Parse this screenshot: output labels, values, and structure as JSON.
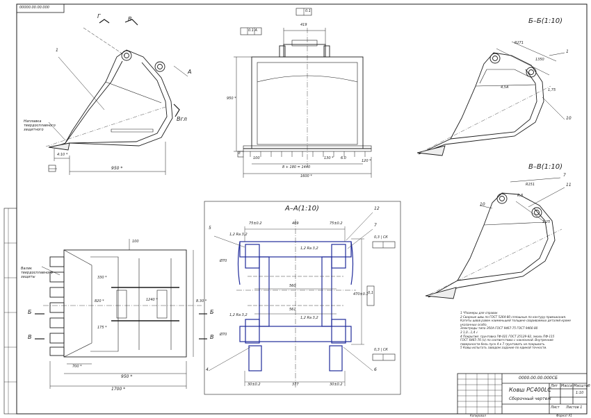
{
  "sheet": {
    "doc_code_top": "00000.00.00.000",
    "frame_color": "#1a1a1a",
    "accent_color": "#1f2a9a"
  },
  "views": {
    "section_aa": "А–А(1:10)",
    "section_bb": "Б–Б(1:10)",
    "section_vv": "В–В(1:10)"
  },
  "side_view": {
    "note_teeth": "Наплавка\nтвердосплавного\nзащитного",
    "pos1": "1",
    "dim_base": "950 *",
    "dim_tip": "4:10 *",
    "marker_g": "Г",
    "marker_v": "В",
    "marker_a": "А",
    "view_g": "Вгл"
  },
  "front_view": {
    "dim_top": "419",
    "dim_height": "950 *",
    "dim_bottom1": "8 + 180 = 1440",
    "dim_bottom2": "1600 *",
    "dim_left": "100",
    "dim_mid1": "130 *",
    "dim_mid2": "6.0",
    "dim_right": "120 *",
    "tol_box": "0.1",
    "flat_box": "0.1 А",
    "small_box": "Е"
  },
  "plan_view": {
    "note_teeth": "Валик\nтвердосплавного\nзащиты",
    "dim_total": "1700 *",
    "dim_inner": "950 *",
    "dim_side": "700 *",
    "dim_right": "8.30 *",
    "dim_a": "1240 *",
    "dim_b": "820 *",
    "dim_c": "330 *",
    "dim_d": "175 *",
    "dim_e": "100",
    "marker_b_left": "Б",
    "marker_b_right": "Б",
    "marker_v_left": "В",
    "marker_v_right": "В"
  },
  "section_aa": {
    "pos5": "5",
    "pos12": "12",
    "pos7": "7",
    "pos4": "4",
    "pos6": "6",
    "dim_top_l": "75±0.2",
    "dim_top_c": "409",
    "dim_top_r": "75±0.2",
    "dim_span": "560",
    "dim_span2": "561",
    "dim_bot_l": "30±0.2",
    "dim_bot_c": "377",
    "dim_bot_r": "30±0.2",
    "dim_height": "470±0.1",
    "weld1": "1,2 Ra 3,2",
    "weld2": "1,2 Ra 3,2",
    "weld3": "1,2 Ra 3,2",
    "weld4": "1,2 Ra 3,2",
    "tol_top": "0,3 | СК",
    "tol_bot": "0,3 | СК",
    "tol_right": "0,1",
    "diam_top": "Ø70",
    "diam_bot": "Ø70"
  },
  "section_bb": {
    "pos1": "1",
    "pos10": "10",
    "dim_a": "R271",
    "dim_b": "1350",
    "dim_c": "4,5А",
    "dim_d": "1,75"
  },
  "section_vv": {
    "pos7": "7",
    "pos11": "11",
    "pos10": "10",
    "dim_a": "R151",
    "dim_b": "R,5",
    "dim_c": "1,25"
  },
  "notes": [
    "1   *Размеры для справок",
    "2  Сварные швы по ГОСТ 5264-80 сплошные по контуру примыкания.",
    "   Катеты швов равен наименьшей толщине свариваемых деталей кроме",
    "   указанных особо.",
    "   Электроды типа Э50А ГОСТ 9467-75 ГОСТ 9466-80",
    "3   1,0...1,4  √",
    "4   Покрытие: грунтовка ГФ-021 ГОСТ 25129-82, эмаль ПФ-115",
    "    ГОСТ 6465-76 (х) по соответствию с наклонной. Внутренние",
    "    поверхности бель пуск 4 к 7 грунтовать не покрывать.",
    "5  Ковш испытать заводом задание по единой точности."
  ],
  "title_block": {
    "doc_code": "0000.00.00.000СБ",
    "name": "Ковш РС400LC",
    "subtitle": "Сборочный чертеж",
    "lit": "Лит",
    "mass": "Масса",
    "scale": "Масштаб",
    "scale_val": "1:10",
    "sheet_label": "Лист",
    "sheets_label": "Листов 1",
    "copied": "Копировал",
    "format": "Формат A1"
  }
}
